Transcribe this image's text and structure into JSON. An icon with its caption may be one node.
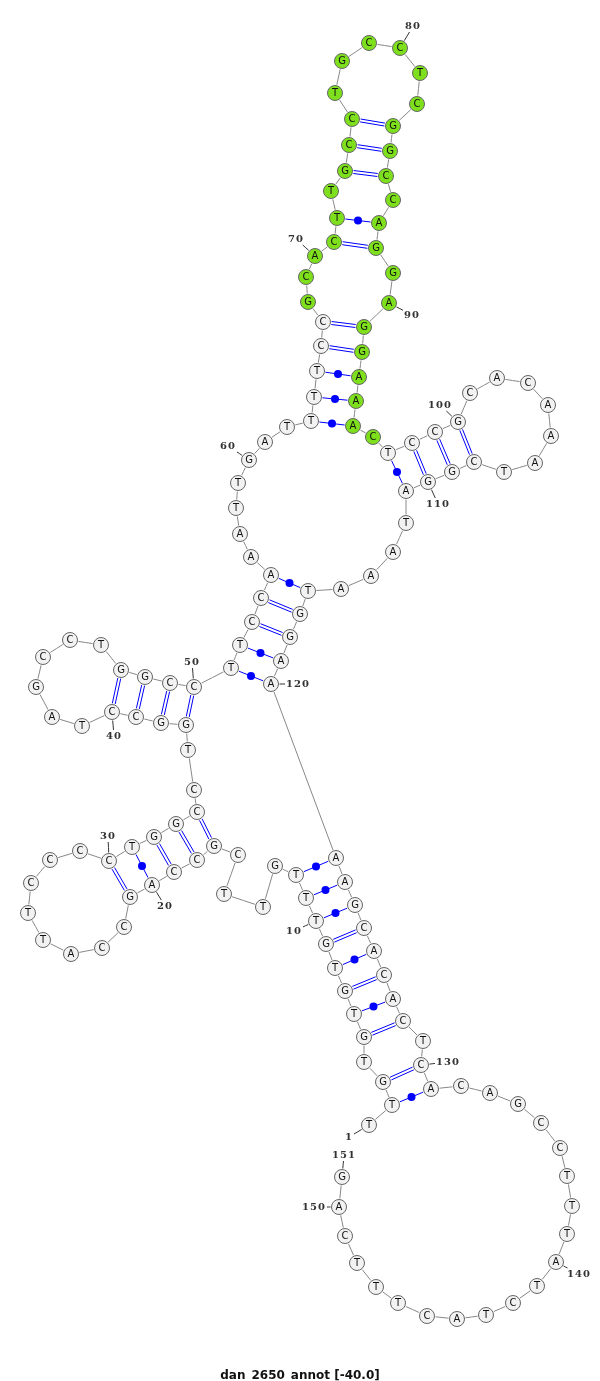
{
  "diagram": {
    "caption": "dan_2650_annot [-40.0]",
    "nodes": [
      {
        "text": [
          "T"
        ]
      },
      {
        "text": [
          "T"
        ]
      },
      {
        "text": [
          "G"
        ]
      },
      {
        "text": [
          "T"
        ]
      },
      {
        "text": [
          "G"
        ]
      },
      {
        "text": [
          "T"
        ]
      },
      {
        "text": [
          "G"
        ]
      },
      {
        "text": [
          "T"
        ]
      },
      {
        "text": [
          "G"
        ]
      },
      {
        "text": [
          "T"
        ]
      },
      {
        "text": [
          "T"
        ]
      },
      {
        "text": [
          "T"
        ]
      },
      {
        "text": [
          "G"
        ]
      },
      {
        "text": [
          "T"
        ]
      },
      {
        "text": [
          "T"
        ]
      },
      {
        "text": [
          "C"
        ]
      },
      {
        "text": [
          "G"
        ]
      },
      {
        "text": [
          "C"
        ]
      },
      {
        "text": [
          "C"
        ]
      },
      {
        "text": [
          "A"
        ]
      },
      {
        "text": [
          "G"
        ]
      },
      {
        "text": [
          "C"
        ]
      },
      {
        "text": [
          "C"
        ]
      },
      {
        "text": [
          "A"
        ]
      },
      {
        "text": [
          "T"
        ]
      },
      {
        "text": [
          "T"
        ]
      },
      {
        "text": [
          "C"
        ]
      },
      {
        "text": [
          "C"
        ]
      },
      {
        "text": [
          "C"
        ]
      },
      {
        "text": [
          "C"
        ]
      },
      {
        "text": [
          "T"
        ]
      },
      {
        "text": [
          "G"
        ]
      },
      {
        "text": [
          "G"
        ]
      },
      {
        "text": [
          "C"
        ]
      },
      {
        "text": [
          "C"
        ]
      },
      {
        "text": [
          "T"
        ]
      },
      {
        "text": [
          "G"
        ]
      },
      {
        "text": [
          "G"
        ]
      },
      {
        "text": [
          "C"
        ]
      },
      {
        "text": [
          "C"
        ]
      },
      {
        "text": [
          "T"
        ]
      },
      {
        "text": [
          "A"
        ]
      },
      {
        "text": [
          "G"
        ]
      },
      {
        "text": [
          "C"
        ]
      },
      {
        "text": [
          "C"
        ]
      },
      {
        "text": [
          "T"
        ]
      },
      {
        "text": [
          "G"
        ]
      },
      {
        "text": [
          "G"
        ]
      },
      {
        "text": [
          "C"
        ]
      },
      {
        "text": [
          "C"
        ]
      },
      {
        "text": [
          "T"
        ]
      },
      {
        "text": [
          "T"
        ]
      },
      {
        "text": [
          "C"
        ]
      },
      {
        "text": [
          "C"
        ]
      },
      {
        "text": [
          "A"
        ]
      },
      {
        "text": [
          "A"
        ]
      },
      {
        "text": [
          "A"
        ]
      },
      {
        "text": [
          "T"
        ]
      },
      {
        "text": [
          "T"
        ]
      },
      {
        "text": [
          "G"
        ]
      },
      {
        "text": [
          "A"
        ]
      },
      {
        "text": [
          "T"
        ]
      },
      {
        "text": [
          "T"
        ]
      },
      {
        "text": [
          "T"
        ]
      },
      {
        "text": [
          "T"
        ]
      },
      {
        "text": [
          "C"
        ]
      },
      {
        "text": [
          "C"
        ]
      },
      {
        "text": [
          "G"
        ]
      },
      {
        "text": [
          "C"
        ]
      },
      {
        "text": [
          "A"
        ]
      },
      {
        "text": [
          "C"
        ]
      },
      {
        "text": [
          "T"
        ]
      },
      {
        "text": [
          "T"
        ]
      },
      {
        "text": [
          "G"
        ]
      },
      {
        "text": [
          "C"
        ]
      },
      {
        "text": [
          "C"
        ]
      },
      {
        "text": [
          "T"
        ]
      },
      {
        "text": [
          "G"
        ]
      },
      {
        "text": [
          "C"
        ]
      },
      {
        "text": [
          "C"
        ]
      },
      {
        "text": [
          "T"
        ]
      },
      {
        "text": [
          "C"
        ]
      },
      {
        "text": [
          "G"
        ]
      },
      {
        "text": [
          "G"
        ]
      },
      {
        "text": [
          "C"
        ]
      },
      {
        "text": [
          "C"
        ]
      },
      {
        "text": [
          "A"
        ]
      },
      {
        "text": [
          "G"
        ]
      },
      {
        "text": [
          "G"
        ]
      },
      {
        "text": [
          "A"
        ]
      },
      {
        "text": [
          "G"
        ]
      },
      {
        "text": [
          "G"
        ]
      },
      {
        "text": [
          "A"
        ]
      },
      {
        "text": [
          "A"
        ]
      },
      {
        "text": [
          "A"
        ]
      },
      {
        "text": [
          "C"
        ]
      },
      {
        "text": [
          "T"
        ]
      },
      {
        "text": [
          "C"
        ]
      },
      {
        "text": [
          "C"
        ]
      },
      {
        "text": [
          "G"
        ]
      },
      {
        "text": [
          "C"
        ]
      },
      {
        "text": [
          "A"
        ]
      },
      {
        "text": [
          "C"
        ]
      },
      {
        "text": [
          "A"
        ]
      },
      {
        "text": [
          "A"
        ]
      },
      {
        "text": [
          "A"
        ]
      },
      {
        "text": [
          "T"
        ]
      },
      {
        "text": [
          "C"
        ]
      },
      {
        "text": [
          "G"
        ]
      },
      {
        "text": [
          "G"
        ]
      },
      {
        "text": [
          "A"
        ]
      },
      {
        "text": [
          "T"
        ]
      },
      {
        "text": [
          "A"
        ]
      },
      {
        "text": [
          "A"
        ]
      },
      {
        "text": [
          "A"
        ]
      },
      {
        "text": [
          "T"
        ]
      },
      {
        "text": [
          "G"
        ]
      },
      {
        "text": [
          "G"
        ]
      },
      {
        "text": [
          "A"
        ]
      },
      {
        "text": [
          "A"
        ]
      },
      {
        "text": [
          "A"
        ]
      },
      {
        "text": [
          "A"
        ]
      },
      {
        "text": [
          "G"
        ]
      },
      {
        "text": [
          "C"
        ]
      },
      {
        "text": [
          "A"
        ]
      },
      {
        "text": [
          "C"
        ]
      },
      {
        "text": [
          "A"
        ]
      },
      {
        "text": [
          "C"
        ]
      },
      {
        "text": [
          "T"
        ]
      },
      {
        "text": [
          "C"
        ]
      },
      {
        "text": [
          "A"
        ]
      },
      {
        "text": [
          "C"
        ]
      },
      {
        "text": [
          "A"
        ]
      },
      {
        "text": [
          "G"
        ]
      },
      {
        "text": [
          "C"
        ]
      },
      {
        "text": [
          "C"
        ]
      },
      {
        "text": [
          "T"
        ]
      },
      {
        "text": [
          "T"
        ]
      },
      {
        "text": [
          "T"
        ]
      },
      {
        "text": [
          "A"
        ]
      },
      {
        "text": [
          "T"
        ]
      },
      {
        "text": [
          "C"
        ]
      },
      {
        "text": [
          "T"
        ]
      },
      {
        "text": [
          "A"
        ]
      },
      {
        "text": [
          "C"
        ]
      },
      {
        "text": [
          "T"
        ]
      },
      {
        "text": [
          "T"
        ]
      },
      {
        "text": [
          "T"
        ]
      },
      {
        "text": [
          "C"
        ]
      },
      {
        "text": [
          "A"
        ]
      },
      {
        "text": [
          "G"
        ]
      },
      {
        "text": [
          "1"
        ]
      },
      {
        "text": [
          "10"
        ]
      },
      {
        "text": [
          "20"
        ]
      },
      {
        "text": [
          "30"
        ]
      },
      {
        "text": [
          "40"
        ]
      },
      {
        "text": [
          "50"
        ]
      },
      {
        "text": [
          "60"
        ]
      },
      {
        "text": [
          "70"
        ]
      },
      {
        "text": [
          "80"
        ]
      },
      {
        "text": [
          "90"
        ]
      },
      {
        "text": [
          "100"
        ]
      },
      {
        "text": [
          "110"
        ]
      },
      {
        "text": [
          "120"
        ]
      },
      {
        "text": [
          "130"
        ]
      },
      {
        "text": [
          "140"
        ]
      },
      {
        "text": [
          "150"
        ]
      },
      {
        "text": [
          "151"
        ]
      }
    ],
    "edges": [
      {
        "from": 0,
        "to": 1,
        "arrow": "none"
      },
      {
        "from": 1,
        "to": 2,
        "arrow": "none"
      },
      {
        "from": 2,
        "to": 3,
        "arrow": "none"
      },
      {
        "from": 3,
        "to": 4,
        "arrow": "none"
      },
      {
        "from": 4,
        "to": 5,
        "arrow": "none"
      },
      {
        "from": 5,
        "to": 6,
        "arrow": "none"
      },
      {
        "from": 6,
        "to": 7,
        "arrow": "none"
      },
      {
        "from": 7,
        "to": 8,
        "arrow": "none"
      },
      {
        "from": 8,
        "to": 9,
        "arrow": "none"
      },
      {
        "from": 9,
        "to": 10,
        "arrow": "none"
      },
      {
        "from": 10,
        "to": 11,
        "arrow": "none"
      },
      {
        "from": 11,
        "to": 12,
        "arrow": "none"
      },
      {
        "from": 12,
        "to": 13,
        "arrow": "none"
      },
      {
        "from": 13,
        "to": 14,
        "arrow": "none"
      },
      {
        "from": 14,
        "to": 15,
        "arrow": "none"
      },
      {
        "from": 15,
        "to": 16,
        "arrow": "none"
      },
      {
        "from": 16,
        "to": 17,
        "arrow": "none"
      },
      {
        "from": 17,
        "to": 18,
        "arrow": "none"
      },
      {
        "from": 18,
        "to": 19,
        "arrow": "none"
      },
      {
        "from": 19,
        "to": 20,
        "arrow": "none"
      },
      {
        "from": 20,
        "to": 21,
        "arrow": "none"
      },
      {
        "from": 21,
        "to": 22,
        "arrow": "none"
      },
      {
        "from": 22,
        "to": 23,
        "arrow": "none"
      },
      {
        "from": 23,
        "to": 24,
        "arrow": "none"
      },
      {
        "from": 24,
        "to": 25,
        "arrow": "none"
      },
      {
        "from": 25,
        "to": 26,
        "arrow": "none"
      },
      {
        "from": 26,
        "to": 27,
        "arrow": "none"
      },
      {
        "from": 27,
        "to": 28,
        "arrow": "none"
      },
      {
        "from": 28,
        "to": 29,
        "arrow": "none"
      },
      {
        "from": 29,
        "to": 30,
        "arrow": "none"
      },
      {
        "from": 30,
        "to": 31,
        "arrow": "none"
      },
      {
        "from": 31,
        "to": 32,
        "arrow": "none"
      },
      {
        "from": 32,
        "to": 33,
        "arrow": "none"
      },
      {
        "from": 33,
        "to": 34,
        "arrow": "none"
      },
      {
        "from": 34,
        "to": 35,
        "arrow": "none"
      },
      {
        "from": 35,
        "to": 36,
        "arrow": "none"
      },
      {
        "from": 36,
        "to": 37,
        "arrow": "none"
      },
      {
        "from": 37,
        "to": 38,
        "arrow": "none"
      },
      {
        "from": 38,
        "to": 39,
        "arrow": "none"
      },
      {
        "from": 39,
        "to": 40,
        "arrow": "none"
      },
      {
        "from": 40,
        "to": 41,
        "arrow": "none"
      },
      {
        "from": 41,
        "to": 42,
        "arrow": "none"
      },
      {
        "from": 42,
        "to": 43,
        "arrow": "none"
      },
      {
        "from": 43,
        "to": 44,
        "arrow": "none"
      },
      {
        "from": 44,
        "to": 45,
        "arrow": "none"
      },
      {
        "from": 45,
        "to": 46,
        "arrow": "none"
      },
      {
        "from": 46,
        "to": 47,
        "arrow": "none"
      },
      {
        "from": 47,
        "to": 48,
        "arrow": "none"
      },
      {
        "from": 48,
        "to": 49,
        "arrow": "none"
      },
      {
        "from": 49,
        "to": 50,
        "arrow": "none"
      },
      {
        "from": 50,
        "to": 51,
        "arrow": "none"
      },
      {
        "from": 51,
        "to": 52,
        "arrow": "none"
      },
      {
        "from": 52,
        "to": 53,
        "arrow": "none"
      },
      {
        "from": 53,
        "to": 54,
        "arrow": "none"
      },
      {
        "from": 54,
        "to": 55,
        "arrow": "none"
      },
      {
        "from": 55,
        "to": 56,
        "arrow": "none"
      },
      {
        "from": 56,
        "to": 57,
        "arrow": "none"
      },
      {
        "from": 57,
        "to": 58,
        "arrow": "none"
      },
      {
        "from": 58,
        "to": 59,
        "arrow": "none"
      },
      {
        "from": 59,
        "to": 60,
        "arrow": "none"
      },
      {
        "from": 60,
        "to": 61,
        "arrow": "none"
      },
      {
        "from": 61,
        "to": 62,
        "arrow": "none"
      },
      {
        "from": 62,
        "to": 63,
        "arrow": "none"
      },
      {
        "from": 63,
        "to": 64,
        "arrow": "none"
      },
      {
        "from": 64,
        "to": 65,
        "arrow": "none"
      },
      {
        "from": 65,
        "to": 66,
        "arrow": "none"
      },
      {
        "from": 66,
        "to": 67,
        "arrow": "none"
      },
      {
        "from": 67,
        "to": 68,
        "arrow": "none"
      },
      {
        "from": 68,
        "to": 69,
        "arrow": "none"
      },
      {
        "from": 69,
        "to": 70,
        "arrow": "none"
      },
      {
        "from": 70,
        "to": 71,
        "arrow": "none"
      },
      {
        "from": 71,
        "to": 72,
        "arrow": "none"
      },
      {
        "from": 72,
        "to": 73,
        "arrow": "none"
      },
      {
        "from": 73,
        "to": 74,
        "arrow": "none"
      },
      {
        "from": 74,
        "to": 75,
        "arrow": "none"
      },
      {
        "from": 75,
        "to": 76,
        "arrow": "none"
      },
      {
        "from": 76,
        "to": 77,
        "arrow": "none"
      },
      {
        "from": 77,
        "to": 78,
        "arrow": "none"
      },
      {
        "from": 78,
        "to": 79,
        "arrow": "none"
      },
      {
        "from": 79,
        "to": 80,
        "arrow": "none"
      },
      {
        "from": 80,
        "to": 81,
        "arrow": "none"
      },
      {
        "from": 81,
        "to": 82,
        "arrow": "none"
      },
      {
        "from": 82,
        "to": 83,
        "arrow": "none"
      },
      {
        "from": 83,
        "to": 84,
        "arrow": "none"
      },
      {
        "from": 84,
        "to": 85,
        "arrow": "none"
      },
      {
        "from": 85,
        "to": 86,
        "arrow": "none"
      },
      {
        "from": 86,
        "to": 87,
        "arrow": "none"
      },
      {
        "from": 87,
        "to": 88,
        "arrow": "none"
      },
      {
        "from": 88,
        "to": 89,
        "arrow": "none"
      },
      {
        "from": 89,
        "to": 90,
        "arrow": "none"
      },
      {
        "from": 90,
        "to": 91,
        "arrow": "none"
      },
      {
        "from": 91,
        "to": 92,
        "arrow": "none"
      },
      {
        "from": 92,
        "to": 93,
        "arrow": "none"
      },
      {
        "from": 93,
        "to": 94,
        "arrow": "none"
      },
      {
        "from": 94,
        "to": 95,
        "arrow": "none"
      },
      {
        "from": 95,
        "to": 96,
        "arrow": "none"
      },
      {
        "from": 96,
        "to": 97,
        "arrow": "none"
      },
      {
        "from": 97,
        "to": 98,
        "arrow": "none"
      },
      {
        "from": 98,
        "to": 99,
        "arrow": "none"
      },
      {
        "from": 99,
        "to": 100,
        "arrow": "none"
      },
      {
        "from": 100,
        "to": 101,
        "arrow": "none"
      },
      {
        "from": 101,
        "to": 102,
        "arrow": "none"
      },
      {
        "from": 102,
        "to": 103,
        "arrow": "none"
      },
      {
        "from": 103,
        "to": 104,
        "arrow": "none"
      },
      {
        "from": 104,
        "to": 105,
        "arrow": "none"
      },
      {
        "from": 105,
        "to": 106,
        "arrow": "none"
      },
      {
        "from": 106,
        "to": 107,
        "arrow": "none"
      },
      {
        "from": 107,
        "to": 108,
        "arrow": "none"
      },
      {
        "from": 108,
        "to": 109,
        "arrow": "none"
      },
      {
        "from": 109,
        "to": 110,
        "arrow": "none"
      },
      {
        "from": 110,
        "to": 111,
        "arrow": "none"
      },
      {
        "from": 111,
        "to": 112,
        "arrow": "none"
      },
      {
        "from": 112,
        "to": 113,
        "arrow": "none"
      },
      {
        "from": 113,
        "to": 114,
        "arrow": "none"
      },
      {
        "from": 114,
        "to": 115,
        "arrow": "none"
      },
      {
        "from": 115,
        "to": 116,
        "arrow": "none"
      },
      {
        "from": 116,
        "to": 117,
        "arrow": "none"
      },
      {
        "from": 117,
        "to": 118,
        "arrow": "none"
      },
      {
        "from": 118,
        "to": 119,
        "arrow": "none"
      },
      {
        "from": 119,
        "to": 120,
        "arrow": "none"
      },
      {
        "from": 120,
        "to": 121,
        "arrow": "none"
      },
      {
        "from": 121,
        "to": 122,
        "arrow": "none"
      },
      {
        "from": 122,
        "to": 123,
        "arrow": "none"
      },
      {
        "from": 123,
        "to": 124,
        "arrow": "none"
      },
      {
        "from": 124,
        "to": 125,
        "arrow": "none"
      },
      {
        "from": 125,
        "to": 126,
        "arrow": "none"
      },
      {
        "from": 126,
        "to": 127,
        "arrow": "none"
      },
      {
        "from": 127,
        "to": 128,
        "arrow": "none"
      },
      {
        "from": 128,
        "to": 129,
        "arrow": "none"
      },
      {
        "from": 129,
        "to": 130,
        "arrow": "none"
      },
      {
        "from": 130,
        "to": 131,
        "arrow": "none"
      },
      {
        "from": 131,
        "to": 132,
        "arrow": "none"
      },
      {
        "from": 132,
        "to": 133,
        "arrow": "none"
      },
      {
        "from": 133,
        "to": 134,
        "arrow": "none"
      },
      {
        "from": 134,
        "to": 135,
        "arrow": "none"
      },
      {
        "from": 135,
        "to": 136,
        "arrow": "none"
      },
      {
        "from": 136,
        "to": 137,
        "arrow": "none"
      },
      {
        "from": 137,
        "to": 138,
        "arrow": "none"
      },
      {
        "from": 138,
        "to": 139,
        "arrow": "none"
      },
      {
        "from": 139,
        "to": 140,
        "arrow": "none"
      },
      {
        "from": 140,
        "to": 141,
        "arrow": "none"
      },
      {
        "from": 141,
        "to": 142,
        "arrow": "none"
      },
      {
        "from": 142,
        "to": 143,
        "arrow": "none"
      },
      {
        "from": 143,
        "to": 144,
        "arrow": "none"
      },
      {
        "from": 144,
        "to": 145,
        "arrow": "none"
      },
      {
        "from": 145,
        "to": 146,
        "arrow": "none"
      },
      {
        "from": 146,
        "to": 147,
        "arrow": "none"
      },
      {
        "from": 147,
        "to": 148,
        "arrow": "none"
      },
      {
        "from": 148,
        "to": 149,
        "arrow": "none"
      },
      {
        "from": 149,
        "to": 150,
        "arrow": "none"
      },
      {
        "from": 1,
        "to": 130,
        "arrow": "none",
        "color": "#0000ff"
      },
      {
        "from": 2,
        "to": 129,
        "arrow": "none",
        "color": "#0000ff"
      },
      {
        "from": 4,
        "to": 127,
        "arrow": "none",
        "color": "#0000ff"
      },
      {
        "from": 5,
        "to": 126,
        "arrow": "none",
        "color": "#0000ff"
      },
      {
        "from": 6,
        "to": 125,
        "arrow": "none",
        "color": "#0000ff"
      },
      {
        "from": 7,
        "to": 124,
        "arrow": "none",
        "color": "#0000ff"
      },
      {
        "from": 8,
        "to": 123,
        "arrow": "none",
        "color": "#0000ff"
      },
      {
        "from": 9,
        "to": 122,
        "arrow": "none",
        "color": "#0000ff"
      },
      {
        "from": 10,
        "to": 121,
        "arrow": "none",
        "color": "#0000ff"
      },
      {
        "from": 11,
        "to": 120,
        "arrow": "none",
        "color": "#0000ff"
      },
      {
        "from": 16,
        "to": 33,
        "arrow": "none",
        "color": "#0000ff"
      },
      {
        "from": 17,
        "to": 32,
        "arrow": "none",
        "color": "#0000ff"
      },
      {
        "from": 18,
        "to": 31,
        "arrow": "none",
        "color": "#0000ff"
      },
      {
        "from": 19,
        "to": 30,
        "arrow": "none",
        "color": "#0000ff"
      },
      {
        "from": 20,
        "to": 29,
        "arrow": "none",
        "color": "#0000ff"
      },
      {
        "from": 36,
        "to": 49,
        "arrow": "none",
        "color": "#0000ff"
      },
      {
        "from": 37,
        "to": 48,
        "arrow": "none",
        "color": "#0000ff"
      },
      {
        "from": 38,
        "to": 47,
        "arrow": "none",
        "color": "#0000ff"
      },
      {
        "from": 39,
        "to": 46,
        "arrow": "none",
        "color": "#0000ff"
      },
      {
        "from": 50,
        "to": 119,
        "arrow": "none",
        "color": "#0000ff"
      },
      {
        "from": 51,
        "to": 118,
        "arrow": "none",
        "color": "#0000ff"
      },
      {
        "from": 52,
        "to": 117,
        "arrow": "none",
        "color": "#0000ff"
      },
      {
        "from": 53,
        "to": 116,
        "arrow": "none",
        "color": "#0000ff"
      },
      {
        "from": 54,
        "to": 115,
        "arrow": "none",
        "color": "#0000ff"
      },
      {
        "from": 62,
        "to": 94,
        "arrow": "none",
        "color": "#0000ff"
      },
      {
        "from": 63,
        "to": 93,
        "arrow": "none",
        "color": "#0000ff"
      },
      {
        "from": 64,
        "to": 92,
        "arrow": "none",
        "color": "#0000ff"
      },
      {
        "from": 65,
        "to": 91,
        "arrow": "none",
        "color": "#0000ff"
      },
      {
        "from": 66,
        "to": 90,
        "arrow": "none",
        "color": "#0000ff"
      },
      {
        "from": 70,
        "to": 87,
        "arrow": "none",
        "color": "#0000ff"
      },
      {
        "from": 71,
        "to": 86,
        "arrow": "none",
        "color": "#0000ff"
      },
      {
        "from": 73,
        "to": 84,
        "arrow": "none",
        "color": "#0000ff"
      },
      {
        "from": 74,
        "to": 83,
        "arrow": "none",
        "color": "#0000ff"
      },
      {
        "from": 75,
        "to": 82,
        "arrow": "none",
        "color": "#0000ff"
      },
      {
        "from": 96,
        "to": 110,
        "arrow": "none",
        "color": "#0000ff"
      },
      {
        "from": 97,
        "to": 109,
        "arrow": "none",
        "color": "#0000ff"
      },
      {
        "from": 98,
        "to": 108,
        "arrow": "none",
        "color": "#0000ff"
      },
      {
        "from": 99,
        "to": 107,
        "arrow": "none",
        "color": "#0000ff"
      },
      {
        "from": 151,
        "to": 0,
        "arrow": "none",
        "color": "#333333"
      },
      {
        "from": 152,
        "to": 9,
        "arrow": "none",
        "color": "#333333"
      },
      {
        "from": 153,
        "to": 19,
        "arrow": "none",
        "color": "#333333"
      },
      {
        "from": 154,
        "to": 29,
        "arrow": "none",
        "color": "#333333"
      },
      {
        "from": 155,
        "to": 39,
        "arrow": "none",
        "color": "#333333"
      },
      {
        "from": 156,
        "to": 49,
        "arrow": "none",
        "color": "#333333"
      },
      {
        "from": 157,
        "to": 59,
        "arrow": "none",
        "color": "#333333"
      },
      {
        "from": 158,
        "to": 69,
        "arrow": "none",
        "color": "#333333"
      },
      {
        "from": 159,
        "to": 79,
        "arrow": "none",
        "color": "#333333"
      },
      {
        "from": 160,
        "to": 89,
        "arrow": "none",
        "color": "#333333"
      },
      {
        "from": 161,
        "to": 99,
        "arrow": "none",
        "color": "#333333"
      },
      {
        "from": 162,
        "to": 109,
        "arrow": "none",
        "color": "#333333"
      },
      {
        "from": 163,
        "to": 119,
        "arrow": "none",
        "color": "#333333"
      },
      {
        "from": 164,
        "to": 129,
        "arrow": "none",
        "color": "#333333"
      },
      {
        "from": 165,
        "to": 139,
        "arrow": "none",
        "color": "#333333"
      },
      {
        "from": 166,
        "to": 149,
        "arrow": "none",
        "color": "#333333"
      },
      {
        "from": 167,
        "to": 150,
        "arrow": "none",
        "color": "#333333"
      }
    ]
  }
}
